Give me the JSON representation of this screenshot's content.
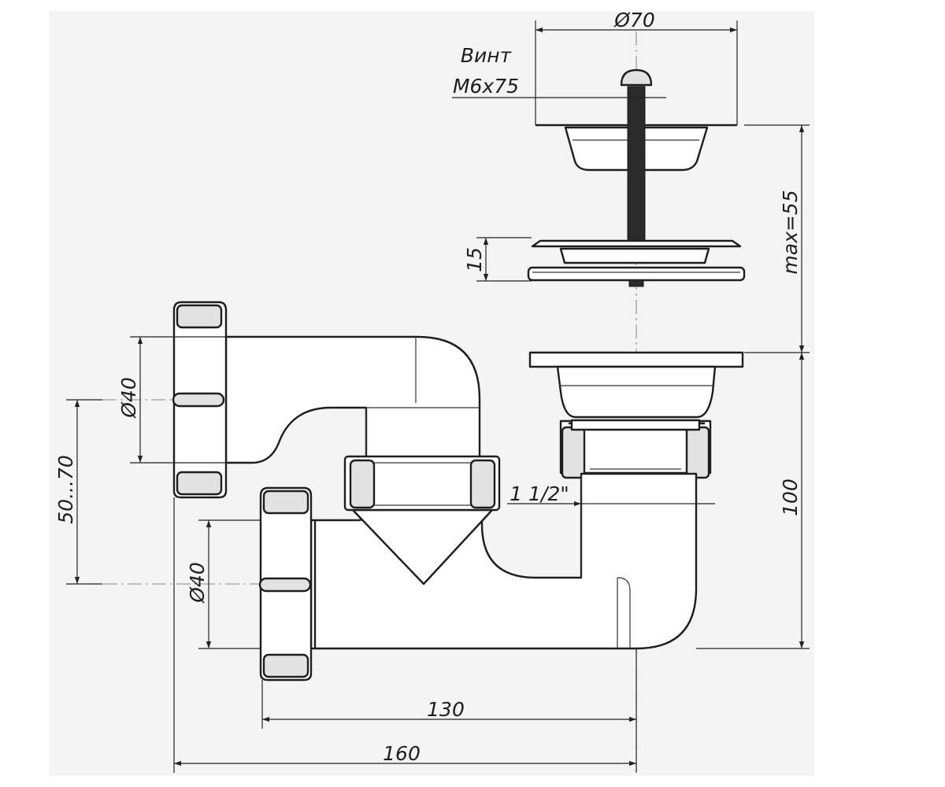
{
  "labels": {
    "flange_diameter": "Ø70",
    "screw_word": "Винт",
    "screw_size": "M6x75",
    "strainer_height": "15",
    "max_height": "max=55",
    "thread": "1 1/2\"",
    "height_total": "100",
    "inlet_offset": "50...70",
    "inlet_upper_diameter": "Ø40",
    "inlet_lower_diameter": "Ø40",
    "width_130": "130",
    "width_160": "160"
  }
}
